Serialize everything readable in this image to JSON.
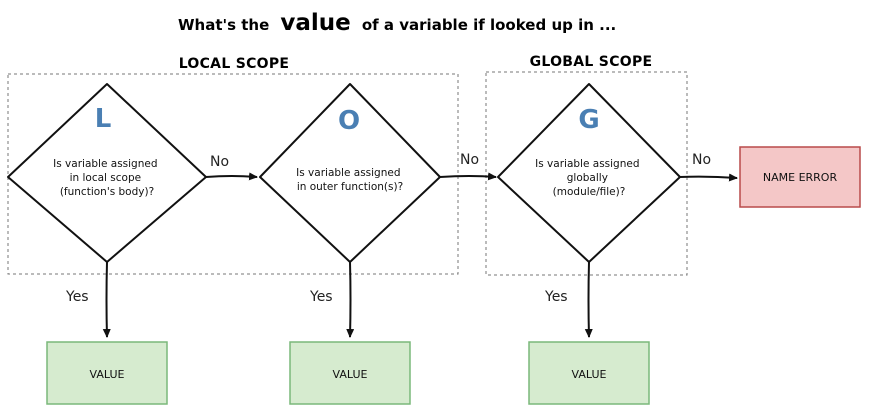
{
  "title": {
    "prefix": "What's the",
    "emphasis": "value",
    "suffix": "of a variable if looked up in ..."
  },
  "scopes": {
    "local": "LOCAL SCOPE",
    "global": "GLOBAL SCOPE"
  },
  "decisions": [
    {
      "letter": "L",
      "lines": [
        "Is variable assigned",
        "in local scope",
        "(function's body)?"
      ]
    },
    {
      "letter": "O",
      "lines": [
        "Is variable assigned",
        "in outer function(s)?"
      ]
    },
    {
      "letter": "G",
      "lines": [
        "Is variable assigned",
        "globally",
        "(module/file)?"
      ]
    }
  ],
  "edge_labels": {
    "no": "No",
    "yes": "Yes"
  },
  "result_boxes": [
    "VALUE",
    "VALUE",
    "VALUE"
  ],
  "error_box": "NAME ERROR",
  "colors": {
    "letter": "#4a7fb3",
    "value_fill": "#d6ebcf",
    "value_stroke": "#7ab87a",
    "error_fill": "#f4c7c7",
    "error_stroke": "#b94a4a"
  }
}
